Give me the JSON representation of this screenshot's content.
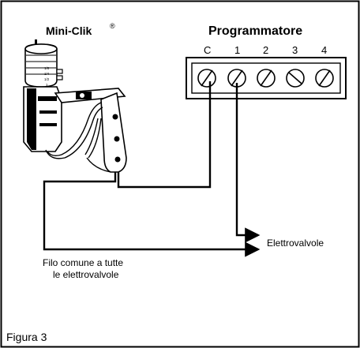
{
  "device": {
    "name": "Mini-Clik",
    "mark": "®",
    "dial_marks": [
      "1/8",
      "1/4",
      "1/2",
      "1"
    ]
  },
  "controller": {
    "title": "Programmatore",
    "terminals": [
      "C",
      "1",
      "2",
      "3",
      "4"
    ]
  },
  "labels": {
    "valves": "Elettrovalvole",
    "common_wire_line1": "Filo comune a tutte",
    "common_wire_line2": "le elettrovalvole",
    "figure": "Figura 3"
  }
}
